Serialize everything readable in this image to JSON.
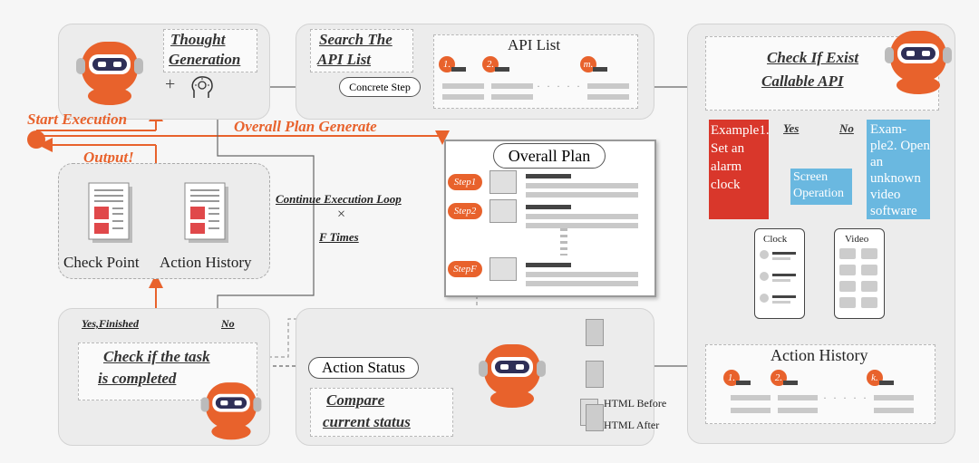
{
  "labels": {
    "thought_generation": "Thought Generation",
    "thought_line1": "Thought",
    "thought_line2": "Generation",
    "plus": "+",
    "search_line1": "Search The",
    "search_line2": "API List",
    "api_list": "API List",
    "api_tags": [
      "1.",
      "2.",
      "m."
    ],
    "concrete_step": "Concrete Step",
    "check_exist_line1": "Check If Exist",
    "check_exist_line2": "Callable API",
    "yes": "Yes",
    "no": "No",
    "example1": "Example1. Set an alarm clock",
    "example2": "Exam- ple2. Open an unknown video software",
    "screen_operation": "Screen Operation",
    "clock": "Clock",
    "video": "Video",
    "start_execution": "Start Execution",
    "overall_plan_generate": "Overall Plan Generate",
    "output": "Output!",
    "check_point": "Check Point",
    "action_history": "Action History",
    "overall_plan": "Overall Plan",
    "steps": [
      "Step1",
      "Step2",
      "StepF"
    ],
    "continue_loop": "Continue Execution Loop",
    "times_symbol": "×",
    "f_times": "F Times",
    "yes_finished": "Yes,Finished",
    "no2": "No",
    "check_task_line1": "Check if the task",
    "check_task_line2": "is completed",
    "action_status": "Action Status",
    "compare_line1": "Compare",
    "compare_line2": "current status",
    "html_before": "HTML Before",
    "html_after": "HTML After",
    "action_history_right": "Action History",
    "history_tags": [
      "1.",
      "2.",
      "k."
    ]
  },
  "colors": {
    "accent": "#e8622c",
    "example1_bg": "#d9372b",
    "example2_bg": "#6ab8e0",
    "panel": "#ececec"
  }
}
